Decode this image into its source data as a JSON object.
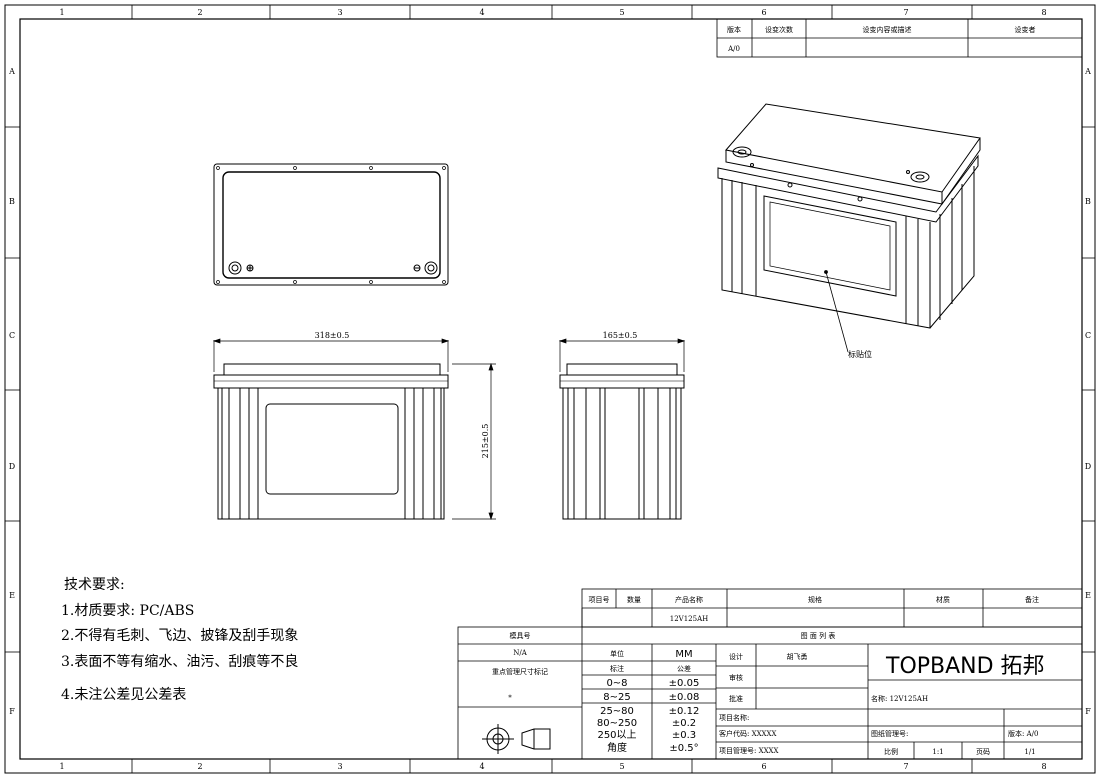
{
  "border": {
    "cols": [
      "1",
      "2",
      "3",
      "4",
      "5",
      "6",
      "7",
      "8"
    ],
    "rows": [
      "A",
      "B",
      "C",
      "D",
      "E",
      "F"
    ]
  },
  "revision_table": {
    "headers": [
      "版本",
      "设变次数",
      "设变内容或描述",
      "设变者"
    ],
    "row": [
      "A/0",
      "",
      "",
      ""
    ]
  },
  "dimensions": {
    "width": "318±0.5",
    "depth": "165±0.5",
    "height": "215±0.5"
  },
  "callout": "标贴位",
  "tech_requirements": {
    "title": "技术要求:",
    "items": [
      "1.材质要求: PC/ABS",
      "2.不得有毛刺、飞边、披锋及刮手现象",
      "3.表面不等有缩水、油污、刮痕等不良",
      "4.未注公差见公差表"
    ]
  },
  "parts_list": {
    "headers": [
      "项目号",
      "数量",
      "产品名称",
      "规格",
      "材质",
      "备注"
    ],
    "row": [
      "",
      "",
      "12V125AH",
      "",
      "",
      ""
    ],
    "caption": "图 面 列 表"
  },
  "mold_table": {
    "title": "模具号",
    "value": "N/A",
    "key_dims": "重点管理尺寸标记",
    "marker": "*"
  },
  "tolerance_table": {
    "unit_label": "单位",
    "unit_value": "MM",
    "std_label": "标注",
    "tol_label": "公差",
    "rows": [
      [
        "0~8",
        "±0.05"
      ],
      [
        "8~25",
        "±0.08"
      ],
      [
        "25~80",
        "±0.12"
      ],
      [
        "80~250",
        "±0.2"
      ],
      [
        "250以上",
        "±0.3"
      ],
      [
        "角度",
        "±0.5°"
      ]
    ]
  },
  "approval": {
    "design_label": "设计",
    "designer": "胡飞勇",
    "review_label": "审核",
    "approve_label": "批准",
    "project_name": "项目名称:",
    "customer_code": "客户代码: XXXXX",
    "project_mgmt": "项目管理号: XXXX"
  },
  "title_block": {
    "brand": "TOPBAND 拓邦",
    "name": "名称: 12V125AH",
    "drawing_no": "图纸管理号:",
    "version": "版本:  A/0",
    "scale_label": "比例",
    "scale": "1:1",
    "page_label": "页码",
    "page": "1/1"
  }
}
